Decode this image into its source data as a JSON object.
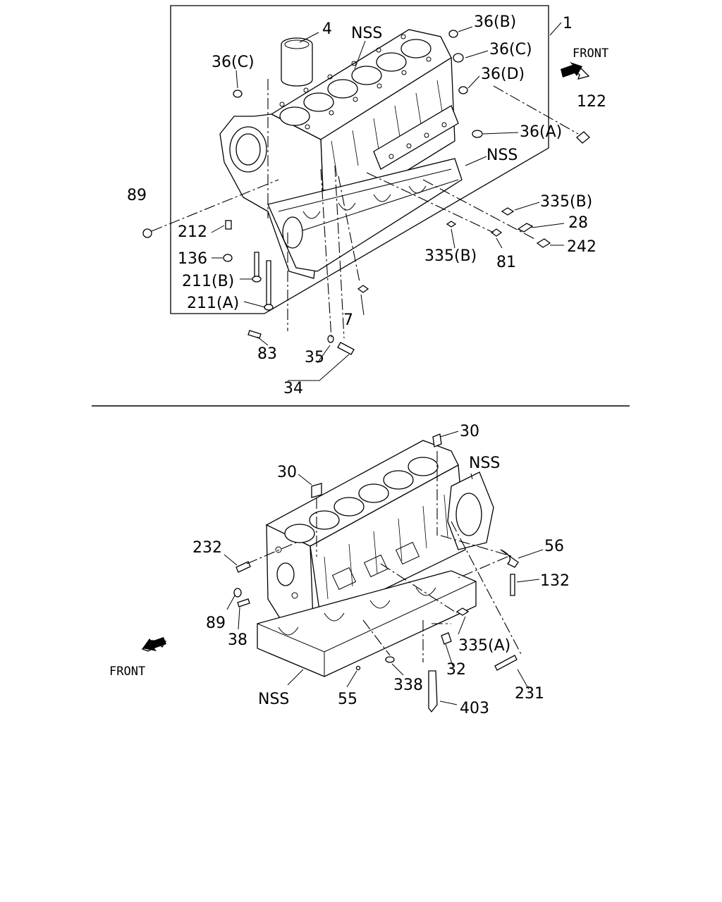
{
  "upper_view": {
    "labels": {
      "block": "1",
      "liner": "4",
      "nss_top": "NSS",
      "nss_right": "NSS",
      "plug_36b": "36(B)",
      "plug_36c_right": "36(C)",
      "plug_36c_left": "36(C)",
      "plug_36d": "36(D)",
      "plug_36a": "36(A)",
      "bolt_122": "122",
      "front": "FRONT",
      "plug_89": "89",
      "dowel_212": "212",
      "plug_136": "136",
      "bolt_211b": "211(B)",
      "bolt_211a": "211(A)",
      "plug_335b_right": "335(B)",
      "part_28": "28",
      "bolt_242": "242",
      "plug_335b_lower": "335(B)",
      "plug_81": "81",
      "plug_7": "7",
      "pin_83": "83",
      "oring_35": "35",
      "jet_34": "34"
    }
  },
  "lower_view": {
    "labels": {
      "dowel_30_right": "30",
      "dowel_30_left": "30",
      "nss_upper": "NSS",
      "stud_232": "232",
      "bracket_56": "56",
      "bolt_132": "132",
      "plug_89": "89",
      "pin_38": "38",
      "plug_335a": "335(A)",
      "plug_32": "32",
      "front": "FRONT",
      "nss_lower": "NSS",
      "pin_55": "55",
      "plug_338": "338",
      "bracket_403": "403",
      "stud_231": "231"
    }
  }
}
